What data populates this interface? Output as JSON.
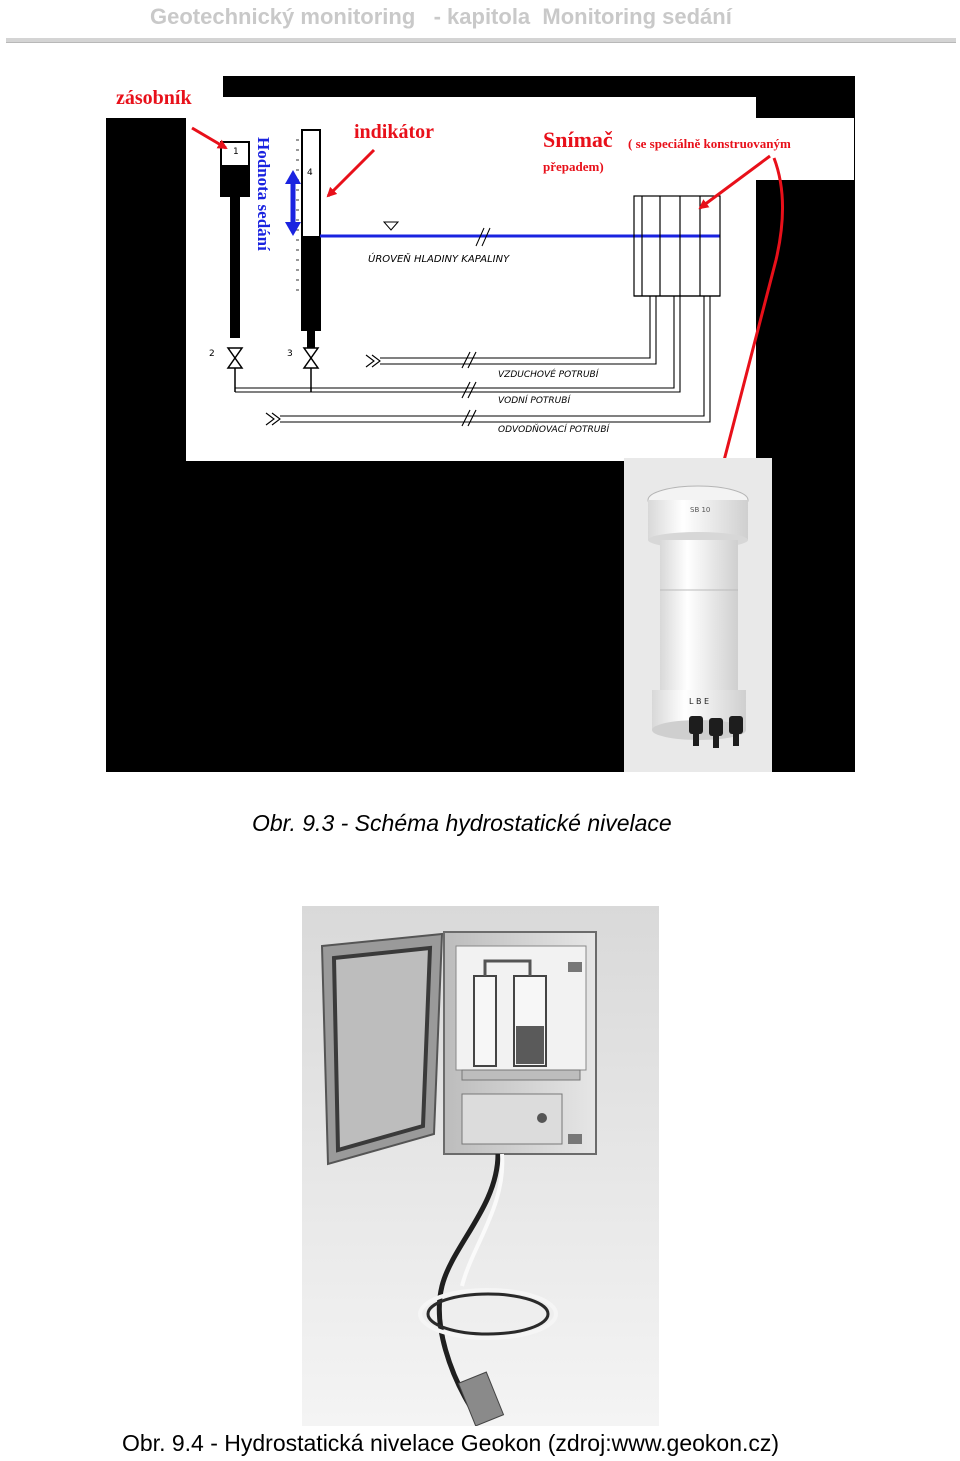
{
  "header": {
    "title": "Geotechnický monitoring   - kapitola  Monitoring sedání"
  },
  "figure1": {
    "labels": {
      "reservoir": "zásobník",
      "indicator": "indikátor",
      "sensor": "Snímač",
      "sensor_note": "( se speciálně konstruovaným",
      "sensor_note2": "přepadem)",
      "settlement_value": "Hodnota sedání",
      "liquid_level": "ÚROVEŇ   HLADINY  KAPALINY",
      "air_pipe": "VZDUCHOVÉ  POTRUBÍ",
      "water_pipe": "VODNÍ  POTRUBÍ",
      "drain_pipe": "ODVODŇOVACÍ  POTRUBÍ",
      "num_1": "1",
      "num_2": "2",
      "num_3": "3",
      "num_4": "4",
      "device_letters": "L  B  E",
      "device_model": "SB 10"
    },
    "colors": {
      "red": "#e8101a",
      "blue": "#1a23e0",
      "indicator_blue": "#4444ff"
    }
  },
  "captions": {
    "figure1": "Obr. 9.3 - Schéma hydrostatické nivelace",
    "figure2": "Obr. 9.4 - Hydrostatická nivelace Geokon (zdroj:www.geokon.cz)"
  }
}
